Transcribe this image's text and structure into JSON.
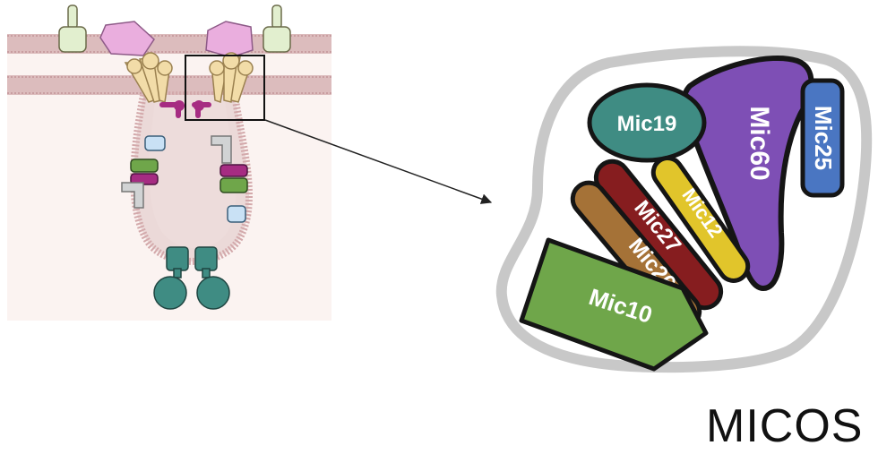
{
  "title": "MICOS",
  "subunits": {
    "mic10": "Mic10",
    "mic26": "Mic26",
    "mic27": "Mic27",
    "mic12": "Mic12",
    "mic19": "Mic19",
    "mic60": "Mic60",
    "mic25": "Mic25"
  },
  "colors": {
    "membrane": "#d9b7b9",
    "matrix": "#f0e2e1",
    "intermembrane": "#fbf3f1",
    "mic10": "#6fa64a",
    "mic26": "#a57237",
    "mic27": "#861d1f",
    "mic12": "#e1c52b",
    "mic19": "#3f8c83",
    "mic60": "#7e4fb5",
    "mic25": "#4a76c2",
    "complex_outline": "#c8c8c8",
    "atp_synthase": "#3f8c83",
    "pink_protein": "#eaaede",
    "green_protein": "#e2efcf",
    "tan_protein": "#f2dca8",
    "magenta_protein": "#a62c82",
    "zoom_arrow": "#222222"
  }
}
